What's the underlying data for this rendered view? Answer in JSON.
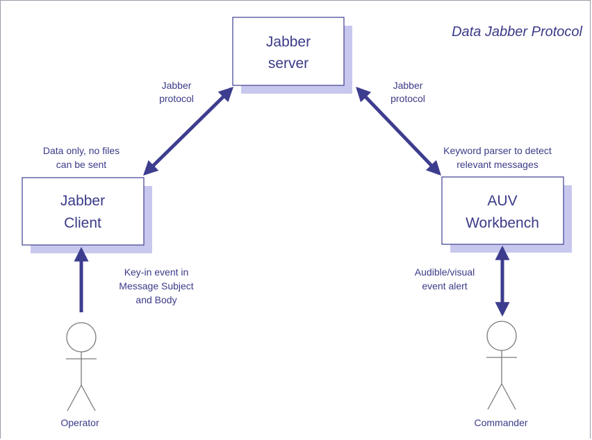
{
  "title": "Data Jabber Protocol",
  "nodes": {
    "server": {
      "line1": "Jabber",
      "line2": "server"
    },
    "client": {
      "line1": "Jabber",
      "line2": "Client"
    },
    "workbench": {
      "line1": "AUV",
      "line2": "Workbench"
    }
  },
  "notes": {
    "protocol_left": {
      "line1": "Jabber",
      "line2": "protocol"
    },
    "protocol_right": {
      "line1": "Jabber",
      "line2": "protocol"
    },
    "client_note": {
      "line1": "Data only, no files",
      "line2": "can be sent"
    },
    "workbench_note": {
      "line1": "Keyword parser to detect",
      "line2": "relevant messages"
    },
    "operator_note": {
      "line1": "Key-in event in",
      "line2": "Message Subject",
      "line3": "and Body"
    },
    "commander_note": {
      "line1": "Audible/visual",
      "line2": "event alert"
    }
  },
  "actors": {
    "operator": "Operator",
    "commander": "Commander"
  },
  "colors": {
    "text": "#3a3a88",
    "arrow": "#3d3d8f",
    "box_border": "#3d3d8f",
    "box_shadow": "#c8c8ee",
    "actor_stroke": "#7a7a7a"
  }
}
